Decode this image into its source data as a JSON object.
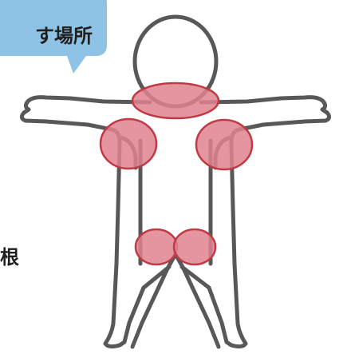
{
  "callout": {
    "text": "す場所"
  },
  "side_label": {
    "text": "根"
  },
  "colors": {
    "bubble": "#8ec3e5",
    "outline": "#585858",
    "highlight_fill": "#e0828f",
    "highlight_stroke": "#c03a45"
  },
  "highlighted_regions": [
    "neck",
    "right-armpit",
    "left-armpit",
    "right-groin",
    "left-groin"
  ]
}
